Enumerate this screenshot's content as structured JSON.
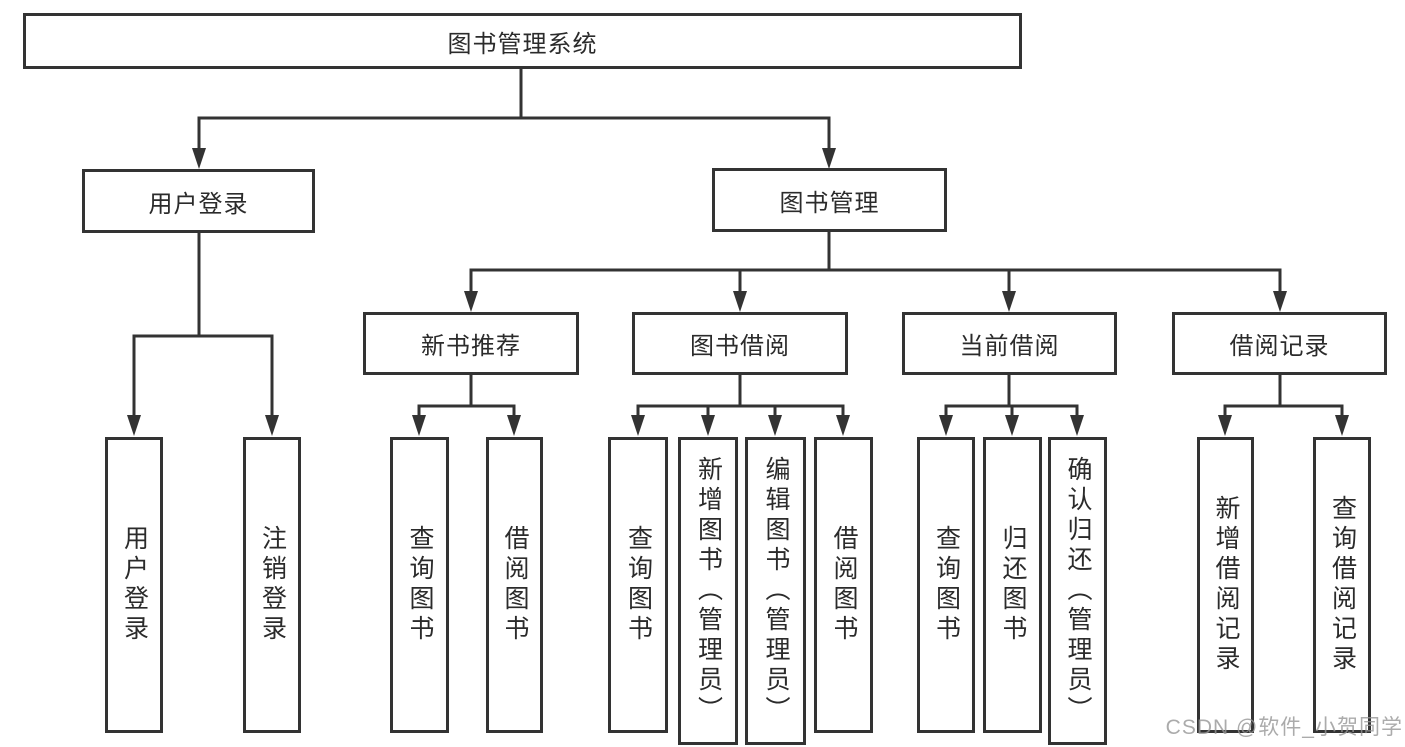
{
  "tree": {
    "root": "图书管理系统",
    "user_login": {
      "label": "用户登录",
      "children": [
        "用户登录",
        "注销登录"
      ]
    },
    "book_management": {
      "label": "图书管理",
      "sections": {
        "new_book_recommend": {
          "label": "新书推荐",
          "children": [
            "查询图书",
            "借阅图书"
          ]
        },
        "book_borrow": {
          "label": "图书借阅",
          "children": [
            "查询图书",
            "新增图书（管理员）",
            "编辑图书（管理员）",
            "借阅图书"
          ]
        },
        "current_borrow": {
          "label": "当前借阅",
          "children": [
            "查询图书",
            "归还图书",
            "确认归还（管理员）"
          ]
        },
        "borrow_record": {
          "label": "借阅记录",
          "children": [
            "新增借阅记录",
            "查询借阅记录"
          ]
        }
      }
    }
  },
  "watermark": "CSDN @软件_小贺同学",
  "colors": {
    "line": "#333333",
    "text": "#2b2b2b",
    "watermark": "#969696",
    "background": "#ffffff"
  }
}
